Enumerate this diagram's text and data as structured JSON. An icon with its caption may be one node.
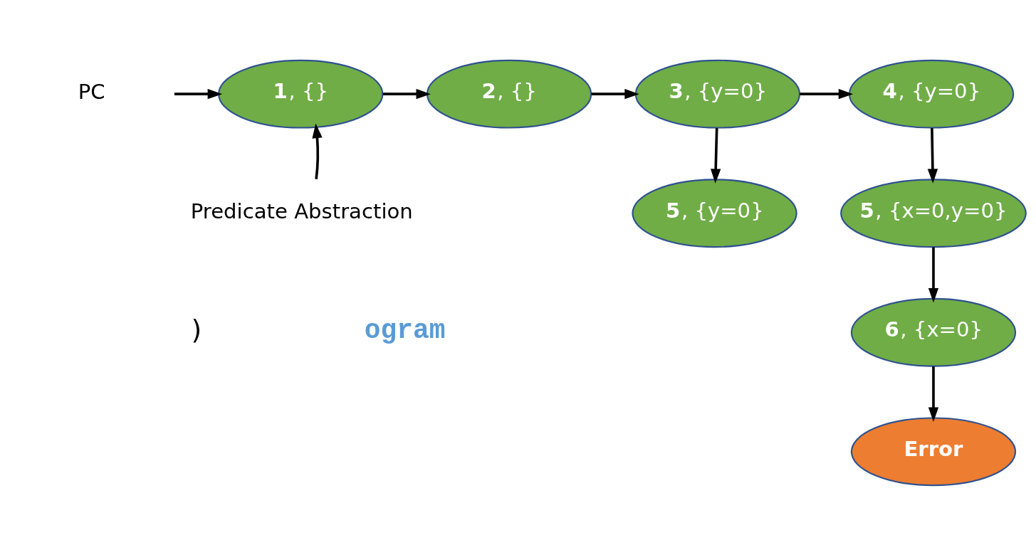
{
  "diagram": {
    "nodes": [
      {
        "text": [
          "PC"
        ]
      },
      {
        "text": [
          "**1**, {}"
        ]
      },
      {
        "text": [
          "**2**, {}"
        ]
      },
      {
        "text": [
          "**3**, {y=0}"
        ]
      },
      {
        "text": [
          "**4**, {y=0}"
        ]
      },
      {
        "text": [
          "Predicate Abstraction"
        ]
      },
      {
        "text": [
          "**5**, {y=0}"
        ]
      },
      {
        "text": [
          "**5**, {x=0,y=0}"
        ]
      },
      {
        "text": [
          "**6**, {x=0}"
        ]
      },
      {
        "text": [
          "**Error**"
        ]
      }
    ],
    "edges": [
      {
        "from": 0,
        "to": 1,
        "arrow": "to"
      },
      {
        "from": 1,
        "to": 2,
        "arrow": "to"
      },
      {
        "from": 2,
        "to": 3,
        "arrow": "to"
      },
      {
        "from": 3,
        "to": 4,
        "arrow": "to"
      },
      {
        "from": 5,
        "to": 1,
        "arrow": "to"
      },
      {
        "from": 3,
        "to": 6,
        "arrow": "to"
      },
      {
        "from": 4,
        "to": 7,
        "arrow": "to"
      },
      {
        "from": 7,
        "to": 8,
        "arrow": "to"
      },
      {
        "from": 8,
        "to": 9,
        "arrow": "to"
      }
    ],
    "labels": [
      ")",
      "ogram"
    ]
  }
}
